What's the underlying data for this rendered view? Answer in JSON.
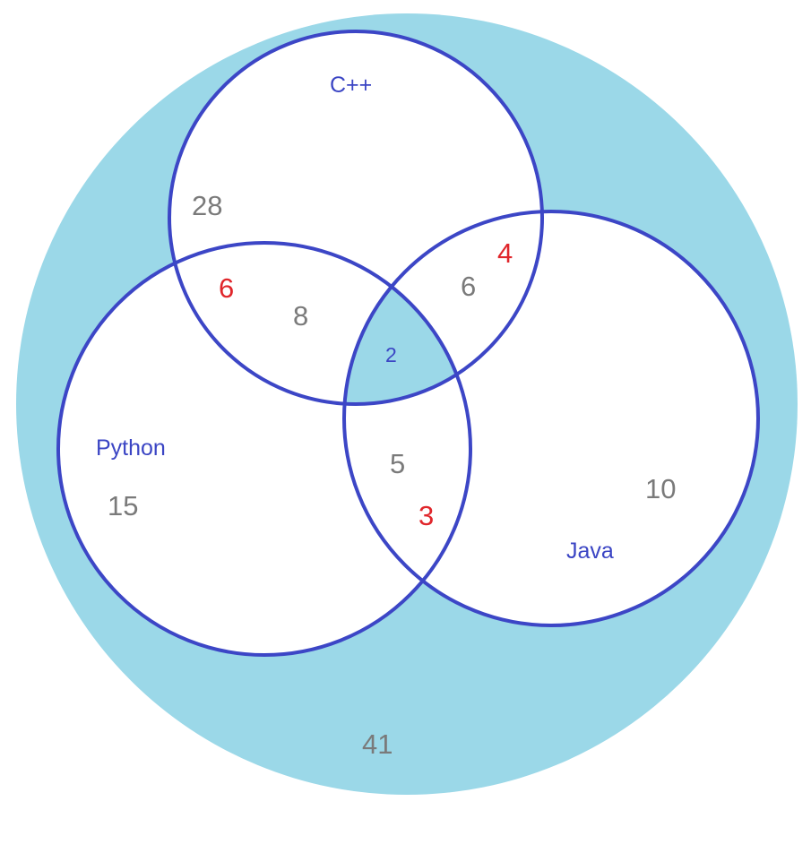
{
  "colors": {
    "universe_fill": "#9bd8e8",
    "circle_fill": "#ffffff",
    "circle_stroke": "#3c46c6",
    "center_fill": "#9bd8e8",
    "set_label": "#3b45c4",
    "count_gray": "#7a7a7a",
    "count_red": "#e0262b",
    "count_center": "#3b45c4"
  },
  "sets": {
    "cpp": "C++",
    "python": "Python",
    "java": "Java"
  },
  "regions": {
    "cpp_only": "28",
    "cpp_python_red": "6",
    "cpp_python_gray": "8",
    "cpp_java_gray": "6",
    "cpp_java_red": "4",
    "all_three": "2",
    "python_only": "15",
    "python_java_gray": "5",
    "python_java_red": "3",
    "java_only": "10",
    "outside": "41"
  }
}
